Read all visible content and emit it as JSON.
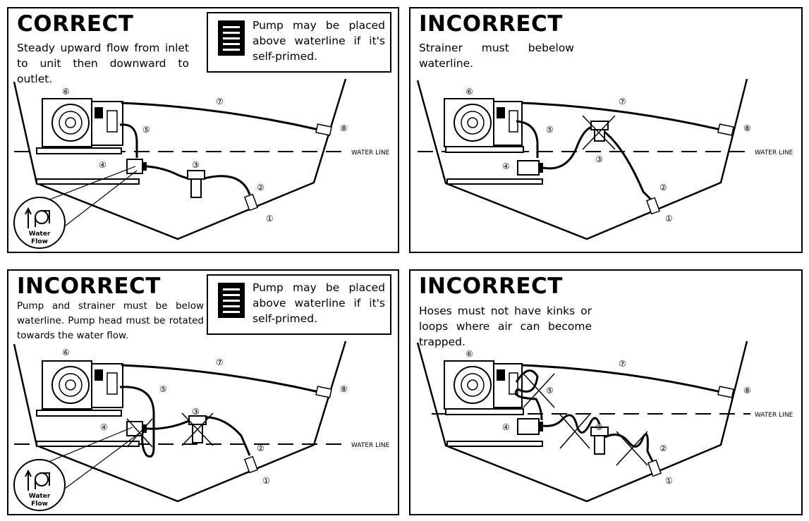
{
  "panels": [
    {
      "heading": "CORRECT",
      "description": "Steady upward flow from inlet to unit then downward to outlet.",
      "note": "Pump may be placed above waterline if it's self-primed.",
      "water_line_label": "WATER LINE",
      "water_flow_label": [
        "Water",
        "Flow"
      ]
    },
    {
      "heading": "INCORRECT",
      "description": "Strainer must bebelow waterline.",
      "water_line_label": "WATER LINE"
    },
    {
      "heading": "INCORRECT",
      "description": "Pump and strainer must be below waterline. Pump head must be rotated towards the water flow.",
      "note": "Pump may be placed above waterline if it's self-primed.",
      "water_line_label": "WATER LINE",
      "water_flow_label": [
        "Water",
        "Flow"
      ]
    },
    {
      "heading": "INCORRECT",
      "description": "Hoses must not have kinks or loops where air can become trapped.",
      "water_line_label": "WATER LINE"
    }
  ],
  "callouts": [
    "①",
    "②",
    "③",
    "④",
    "⑤",
    "⑥",
    "⑦",
    "⑧"
  ]
}
